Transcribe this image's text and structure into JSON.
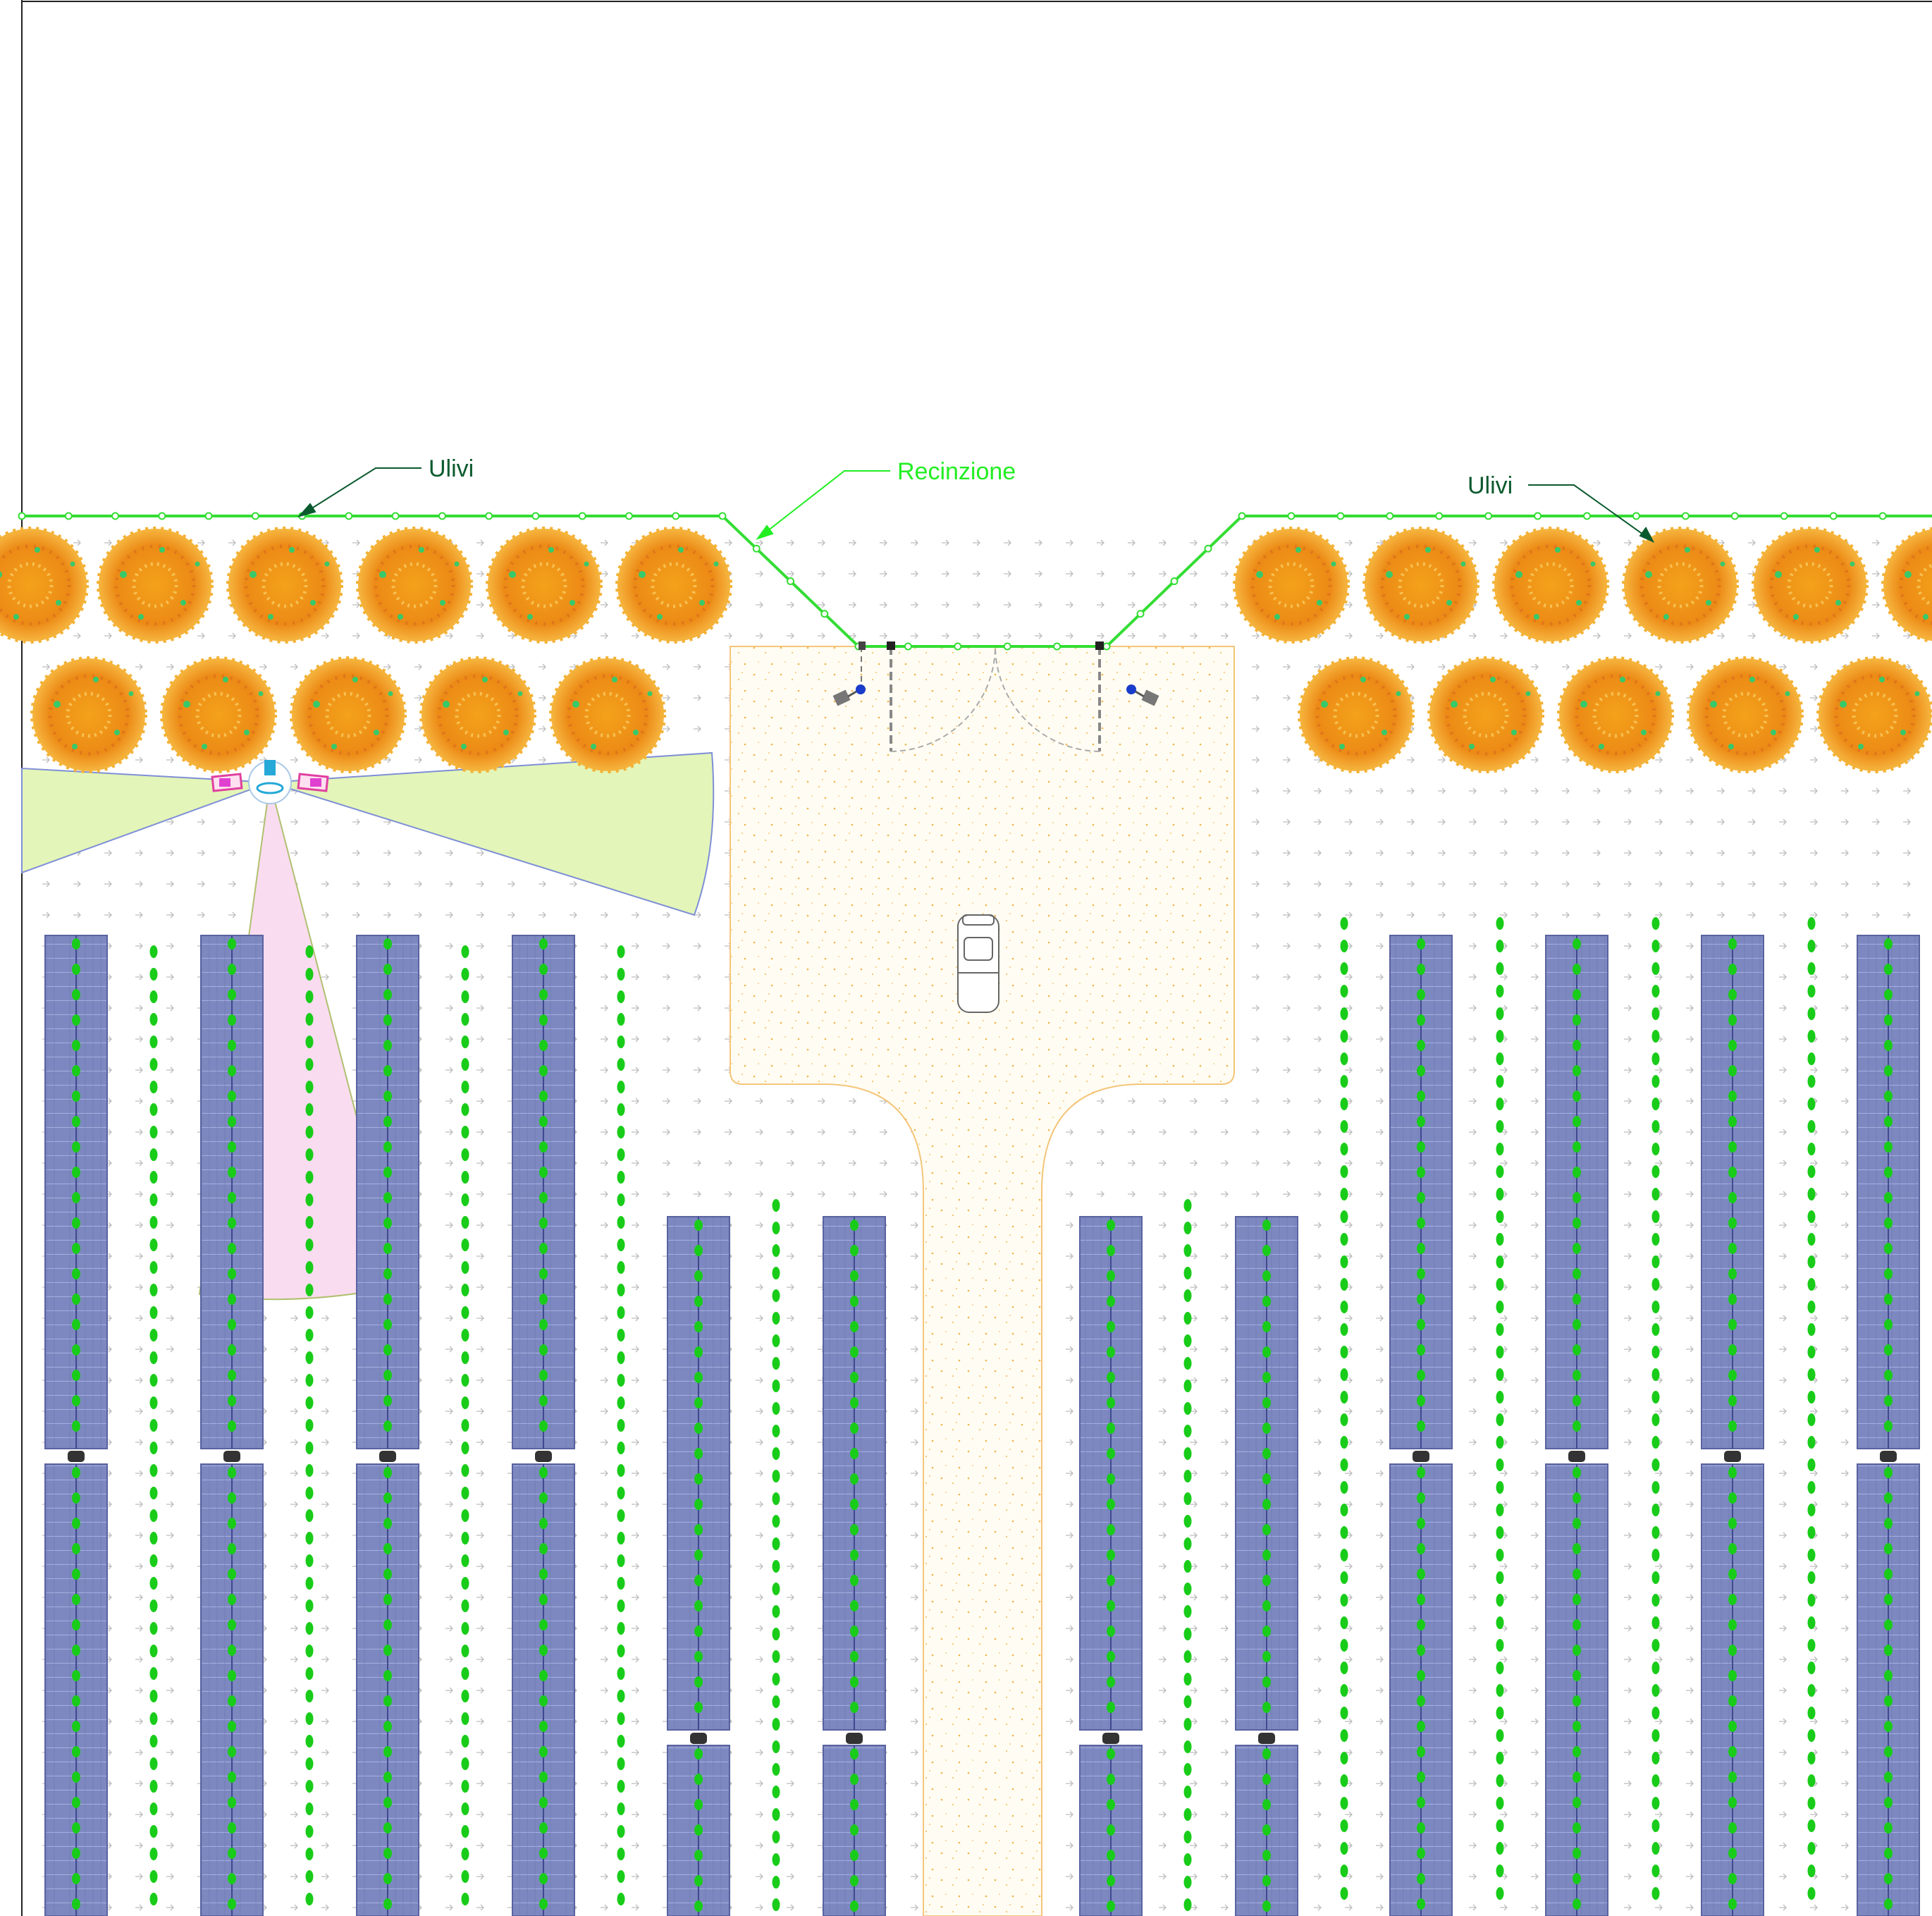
{
  "labels": {
    "olives_left": "Ulivi",
    "fence": "Recinzione",
    "olives_right": "Ulivi"
  },
  "colors": {
    "fence": "#33dd33",
    "fence_label": "#22ee22",
    "olive_label": "#0b5a2e",
    "leader": "#0b5a2e",
    "olive_foliage": "#f4a21a",
    "olive_foliage_dark": "#e07a10",
    "olive_leaf_accent": "#37c96a",
    "panel_fill": "#7b86bf",
    "panel_grid": "#9aa6d6",
    "panel_line": "#5a63a0",
    "hedge": "#19cc19",
    "gravel": "#fffdf3",
    "gravel_dots": "#f2b24a",
    "camera_cone_green": "#e3f5b8",
    "camera_cone_pink": "#fadcf0",
    "camera_body": "#26a8d8",
    "arrow_marks": "#b8b8b8"
  },
  "icons": [
    "olive-tree-icon",
    "solar-panel-row-icon",
    "hedge-plant-icon",
    "car-icon",
    "camera-icon",
    "light-pole-icon",
    "gate-icon"
  ]
}
